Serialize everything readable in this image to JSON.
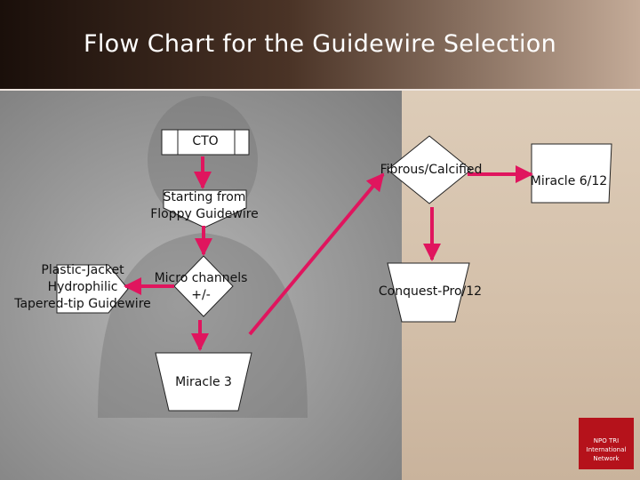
{
  "slide": {
    "title": "Flow Chart for the Guidewire Selection"
  },
  "nodes": {
    "cto": "CTO",
    "starting_line1": "Starting from",
    "starting_line2": "Floppy Guidewire",
    "micro_line1": "Micro channels",
    "micro_line2": "+/-",
    "plastic_line1": "Plastic-Jacket",
    "plastic_line2": "Hydrophilic",
    "plastic_line3": "Tapered-tip Guidewire",
    "miracle3": "Miracle 3",
    "fibrous": "Fibrous/Calcified",
    "miracle612": "Miracle 6/12",
    "conquest": "Conquest-Pro/12"
  },
  "logo": {
    "line1": "NPO TRI",
    "line2": "International",
    "line3": "Network"
  },
  "colors": {
    "arrow": "#e0155e",
    "header_dark": "#1a0f0a",
    "logo_red": "#b5121b"
  }
}
